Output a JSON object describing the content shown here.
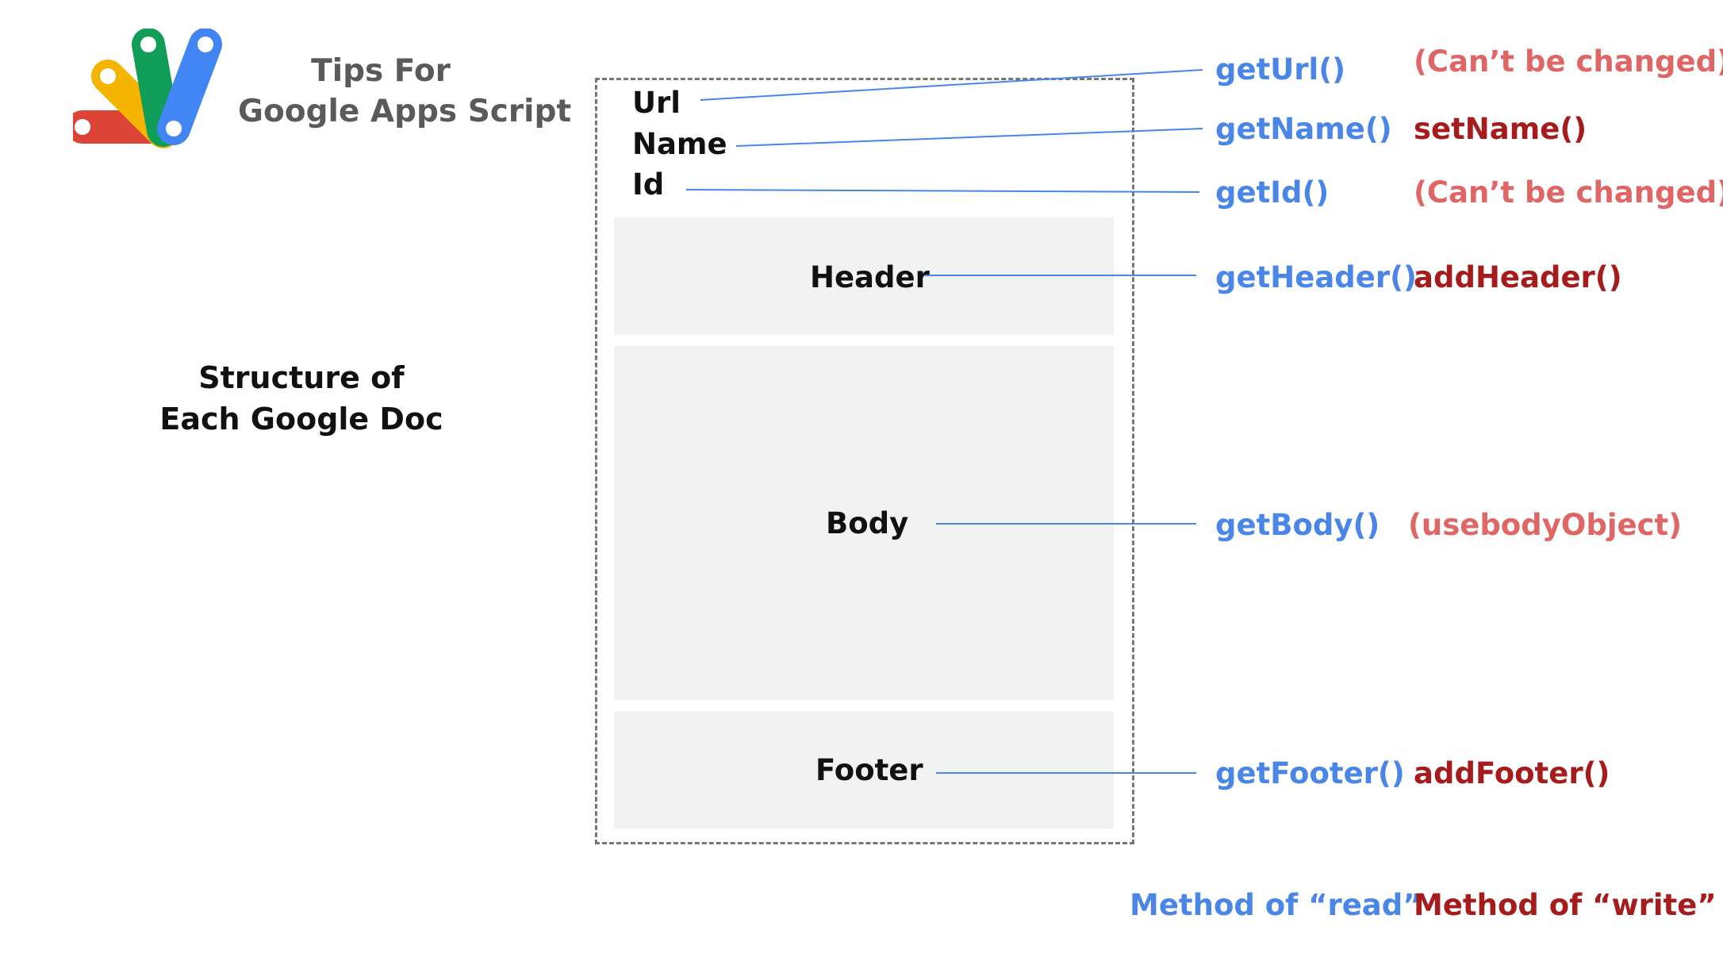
{
  "branding": {
    "logo_icon": "google-apps-script-logo",
    "line1": "Tips For",
    "line2": "Google Apps Script"
  },
  "structure_title": {
    "line1": "Structure of",
    "line2": "Each Google Doc"
  },
  "document": {
    "properties": {
      "url": "Url",
      "name": "Name",
      "id": "Id"
    },
    "sections": {
      "header": "Header",
      "body": "Body",
      "footer": "Footer"
    }
  },
  "methods": {
    "url": {
      "read": "getUrl()",
      "note": "(Can’t be changed)"
    },
    "name": {
      "read": "getName()",
      "write": "setName()"
    },
    "id": {
      "read": "getId()",
      "note": "(Can’t be changed)"
    },
    "header": {
      "read": "getHeader()",
      "write": "addHeader()"
    },
    "body": {
      "read": "getBody()",
      "note": "(usebodyObject)"
    },
    "footer": {
      "read": "getFooter()",
      "write": "addFooter()"
    }
  },
  "legend": {
    "read": "Method of “read”",
    "write": "Method of “write”"
  },
  "colors": {
    "read": "#4a86e8",
    "write": "#a61c1c",
    "note": "#e06666",
    "logo_red": "#db4437",
    "logo_yellow": "#f4b400",
    "logo_green": "#0f9d58",
    "logo_blue": "#4285f4",
    "section_fill": "#f3f2f2"
  }
}
